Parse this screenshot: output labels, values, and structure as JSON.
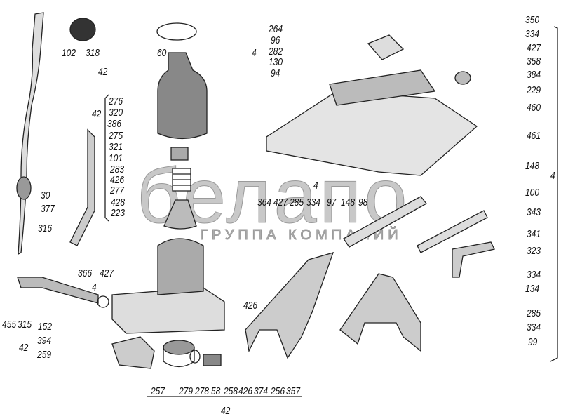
{
  "watermark": {
    "brand": "белапо",
    "subtitle": "ГРУППА КОМПАНИЙ"
  },
  "labels": {
    "top_left": {
      "l102": "102",
      "l318": "318",
      "l60": "60",
      "group": "42"
    },
    "housing_column": {
      "group": "42",
      "items": [
        "276",
        "320",
        "386",
        "275",
        "321",
        "101",
        "283",
        "426",
        "277",
        "428",
        "223"
      ]
    },
    "lever": {
      "l30": "30",
      "l377": "377",
      "l316": "316",
      "l366": "366",
      "l427": "427",
      "group4": "4",
      "l455": "455",
      "l315": "315"
    },
    "shaft_group": {
      "group": "42",
      "items": [
        "152",
        "394",
        "259"
      ]
    },
    "bottom_row": {
      "items": [
        "257",
        "279",
        "278",
        "58",
        "258",
        "426",
        "374",
        "256",
        "357"
      ],
      "group": "42",
      "l426_upper": "426"
    },
    "cover_group": {
      "group": "4",
      "items": [
        "264",
        "96",
        "282",
        "130",
        "94"
      ]
    },
    "right_column": {
      "items": [
        "350",
        "334",
        "427",
        "358",
        "384",
        "229",
        "460",
        "461",
        "148",
        "100",
        "343",
        "341",
        "323",
        "334",
        "134",
        "285",
        "334",
        "99"
      ],
      "group": "4"
    },
    "fork_group": {
      "group": "4",
      "items": [
        "364",
        "427",
        "285",
        "334",
        "97",
        "148",
        "98"
      ]
    }
  }
}
